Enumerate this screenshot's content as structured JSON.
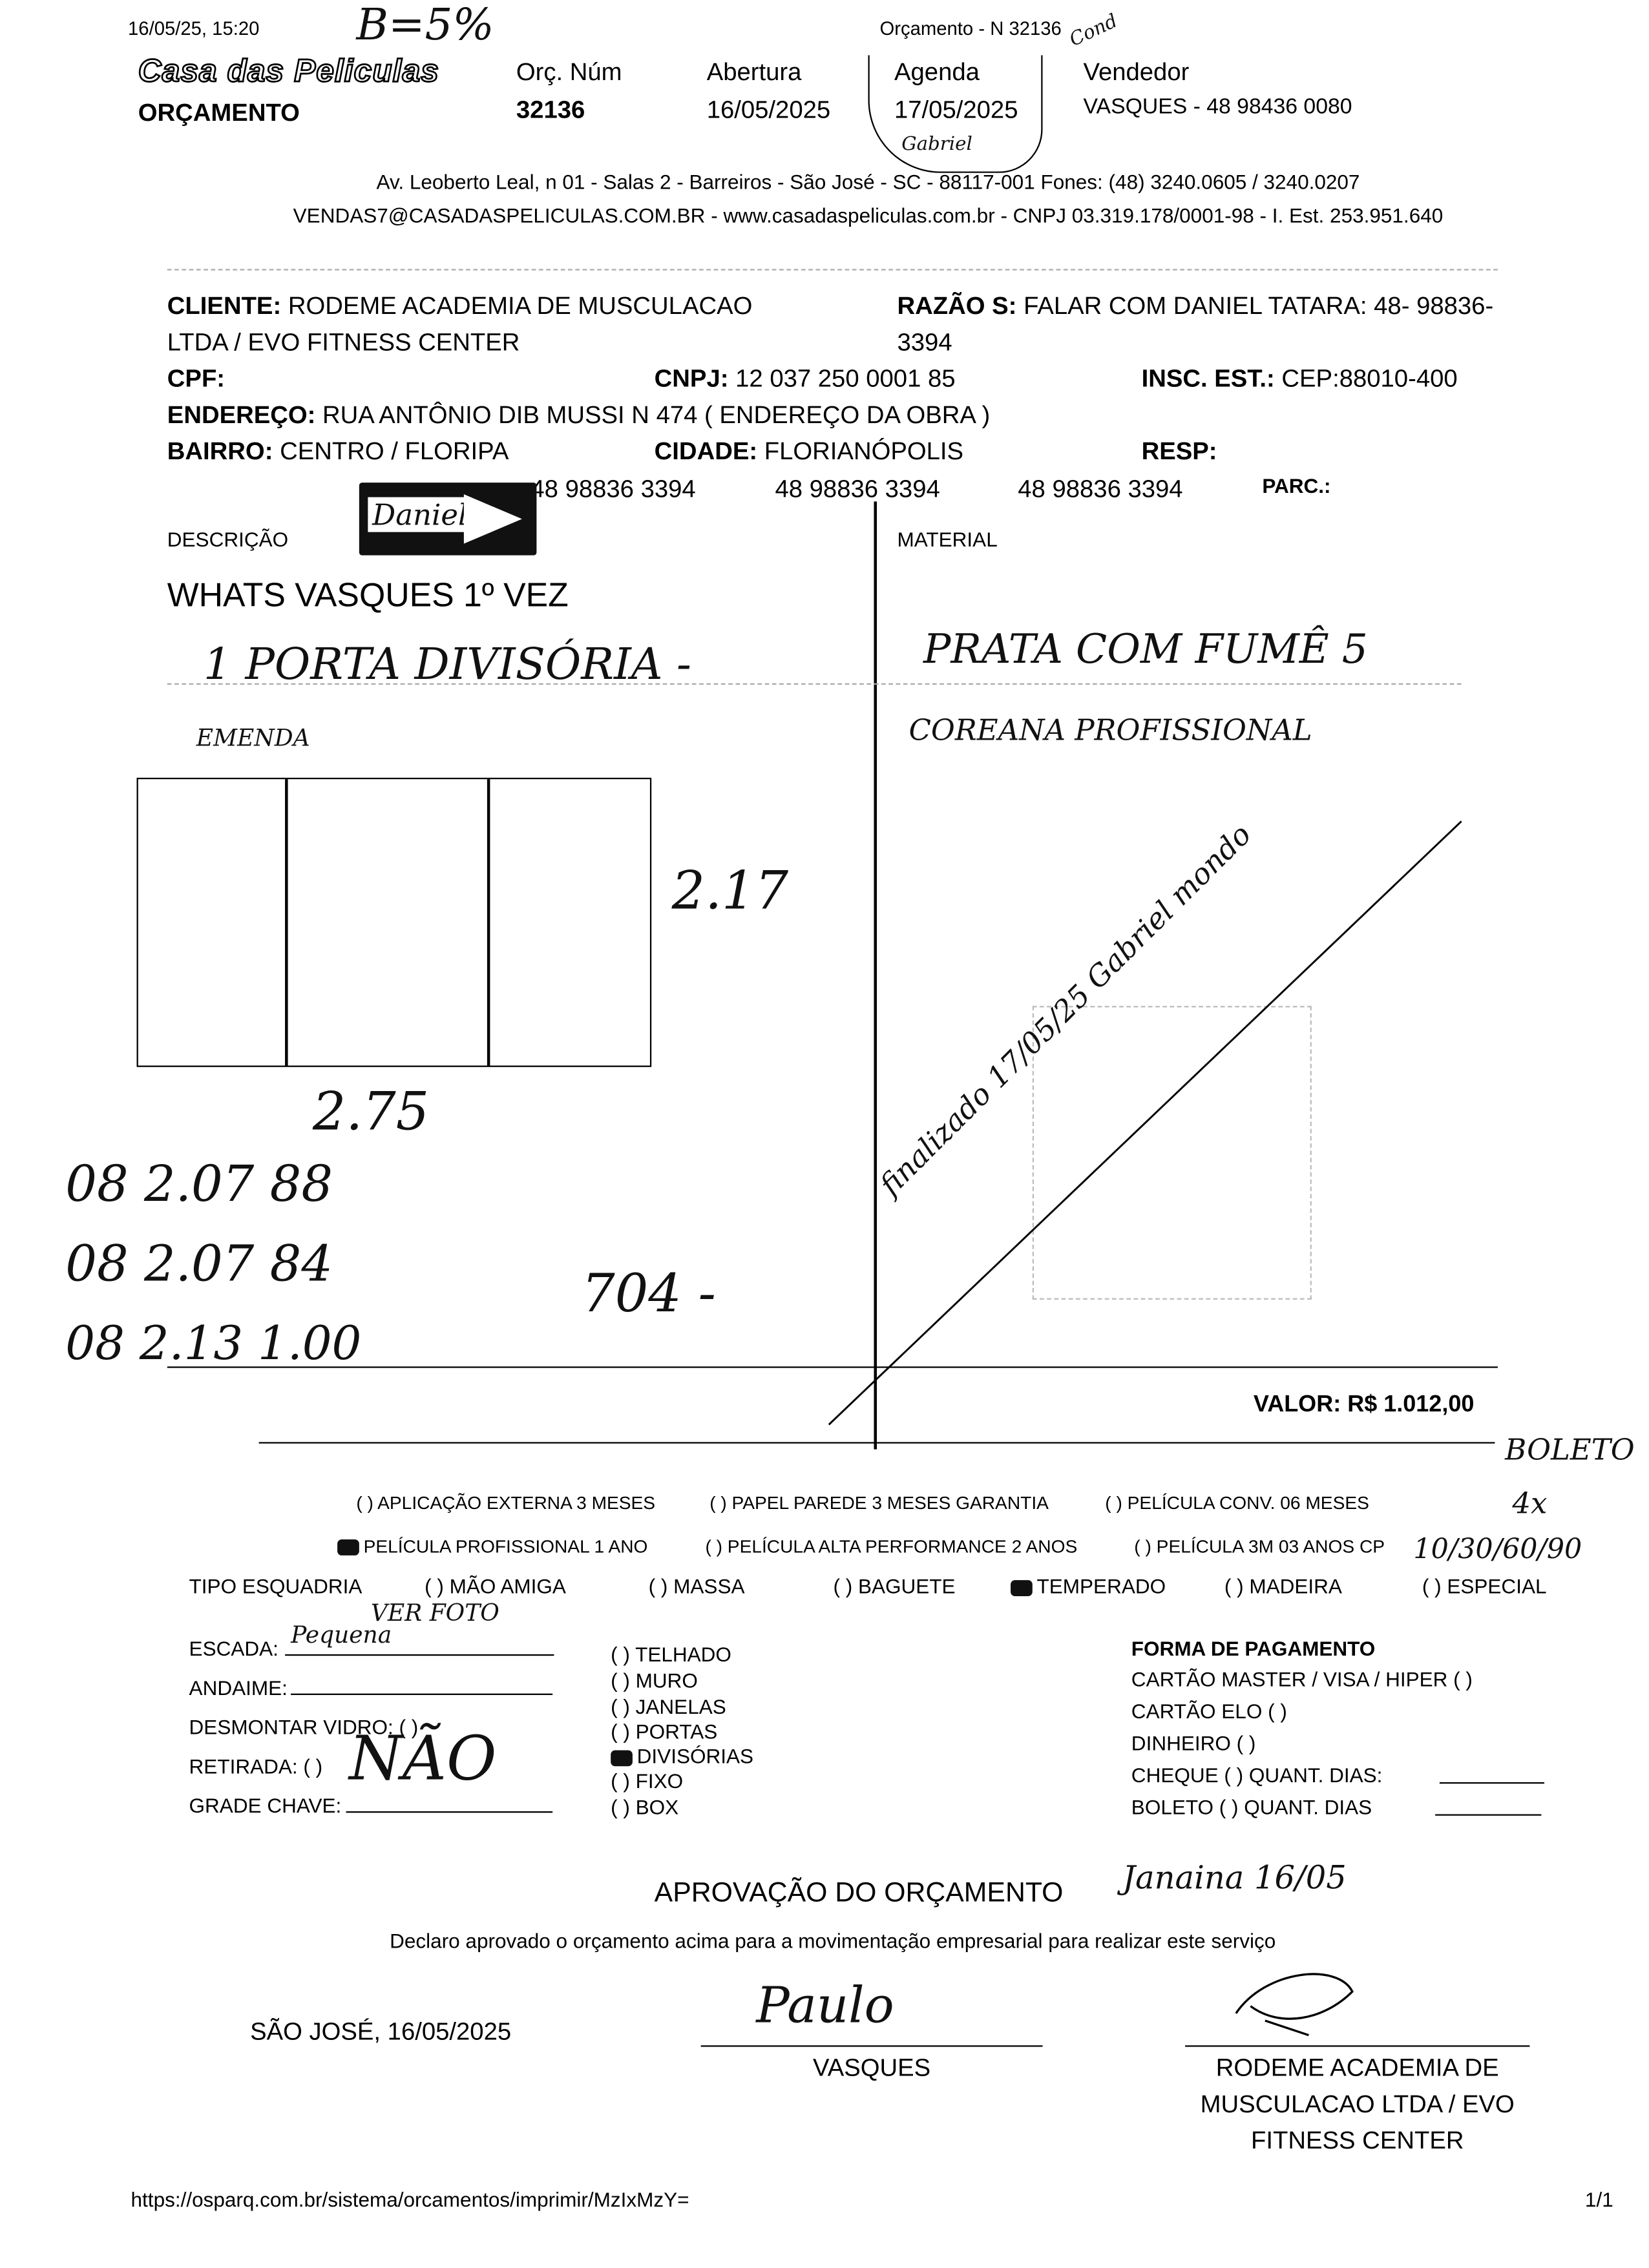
{
  "header": {
    "timestamp": "16/05/25, 15:20",
    "doc_ref": "Orçamento - N 32136",
    "logo": "Casa das Peliculas",
    "doc_type": "ORÇAMENTO",
    "fields": [
      {
        "label": "Orç. Núm",
        "value": "32136"
      },
      {
        "label": "Abertura",
        "value": "16/05/2025"
      },
      {
        "label": "Agenda",
        "value": "17/05/2025"
      },
      {
        "label": "Vendedor",
        "value": "VASQUES - 48 98436 0080"
      }
    ],
    "address": "Av. Leoberto Leal, n 01 - Salas 2 - Barreiros - São José - SC - 88117-001 Fones: (48) 3240.0605 / 3240.0207",
    "contact": "VENDAS7@CASADASPELICULAS.COM.BR - www.casadaspeliculas.com.br - CNPJ 03.319.178/0001-98 - I. Est. 253.951.640"
  },
  "client": {
    "cliente_label": "CLIENTE:",
    "cliente_1": "RODEME ACADEMIA DE MUSCULACAO",
    "cliente_2": "LTDA / EVO FITNESS CENTER",
    "razao_label": "RAZÃO S:",
    "razao_1": "FALAR COM DANIEL TATARA: 48- 98836-",
    "razao_2": "3394",
    "cpf_label": "CPF:",
    "cnpj_label": "CNPJ:",
    "cnpj": "12 037 250 0001 85",
    "insc_label": "INSC. EST.:",
    "insc": "CEP:88010-400",
    "endereco_label": "ENDEREÇO:",
    "endereco": "RUA ANTÔNIO DIB MUSSI N 474 ( ENDEREÇO DA OBRA )",
    "bairro_label": "BAIRRO:",
    "bairro": "CENTRO / FLORIPA",
    "cidade_label": "CIDADE:",
    "cidade": "FLORIANÓPOLIS",
    "resp_label": "RESP:",
    "phones": [
      "48 98836 3394",
      "48 98836 3394",
      "48 98836 3394"
    ],
    "parc_label": "PARC.:"
  },
  "body": {
    "descricao_label": "DESCRIÇÃO",
    "material_label": "MATERIAL",
    "description": "WHATS VASQUES 1º VEZ",
    "valor": "VALOR: R$ 1.012,00"
  },
  "handwriting": {
    "top_note": "B=5%",
    "agenda_note": "Gabriel",
    "corner_note": "Cond",
    "item": "1 PORTA DIVISÓRIA -",
    "emenda": "EMENDA",
    "material": "PRATA COM FUMÊ 5",
    "material_2": "COREANA PROFISSIONAL",
    "height": "2.17",
    "width": "2.75",
    "calc_1": "08 2.07 88",
    "calc_2": "08 2.07 84",
    "calc_3": "08 2.13 1.00",
    "total_note": "704 -",
    "stamp_note": "finalizado 17/05/25 Gabriel mondo",
    "boleto": "BOLETO",
    "boleto_2": "4x",
    "installments": "10/30/60/90",
    "ver_foto": "VER FOTO",
    "escada": "Pequena",
    "nao": "NÃO",
    "approval_note": "Janaina 16/05",
    "signature_1": "Paulo",
    "stamp_label": "Daniel"
  },
  "options": {
    "row1": [
      "( ) APLICAÇÃO EXTERNA 3 MESES",
      "( ) PAPEL PAREDE 3 MESES GARANTIA",
      "( ) PELÍCULA CONV. 06 MESES"
    ],
    "row2": [
      "PELÍCULA PROFISSIONAL 1 ANO",
      "( ) PELÍCULA ALTA PERFORMANCE 2 ANOS",
      "( ) PELÍCULA 3M 03 ANOS CP"
    ],
    "esquadria": [
      "TIPO ESQUADRIA",
      "( ) MÃO AMIGA",
      "( ) MASSA",
      "( ) BAGUETE",
      "TEMPERADO",
      "( ) MADEIRA",
      "( ) ESPECIAL"
    ],
    "left": [
      "ESCADA:",
      "ANDAIME:",
      "DESMONTAR VIDRO:  ( )",
      "RETIRADA:  ( )",
      "GRADE CHAVE:"
    ],
    "places": [
      "( )  TELHADO",
      "( )  MURO",
      "( )  JANELAS",
      "( )  PORTAS",
      "DIVISÓRIAS",
      "( )  FIXO",
      "( )  BOX"
    ],
    "pagamento_title": "FORMA DE PAGAMENTO",
    "pagamento": [
      "CARTÃO MASTER / VISA / HIPER  (   )",
      "CARTÃO ELO  (   )",
      "DINHEIRO  (   )",
      "CHEQUE    (   )  QUANT. DIAS:",
      "BOLETO     (   )  QUANT. DIAS"
    ]
  },
  "approval": {
    "title": "APROVAÇÃO DO ORÇAMENTO",
    "declaration": "Declaro aprovado o orçamento acima para a movimentação empresarial para realizar este serviço",
    "place_date": "SÃO JOSÉ, 16/05/2025",
    "seller": "VASQUES",
    "client_1": "RODEME ACADEMIA DE",
    "client_2": "MUSCULACAO LTDA / EVO",
    "client_3": "FITNESS CENTER"
  },
  "footer": {
    "url": "https://osparq.com.br/sistema/orcamentos/imprimir/MzIxMzY=",
    "page": "1/1"
  }
}
